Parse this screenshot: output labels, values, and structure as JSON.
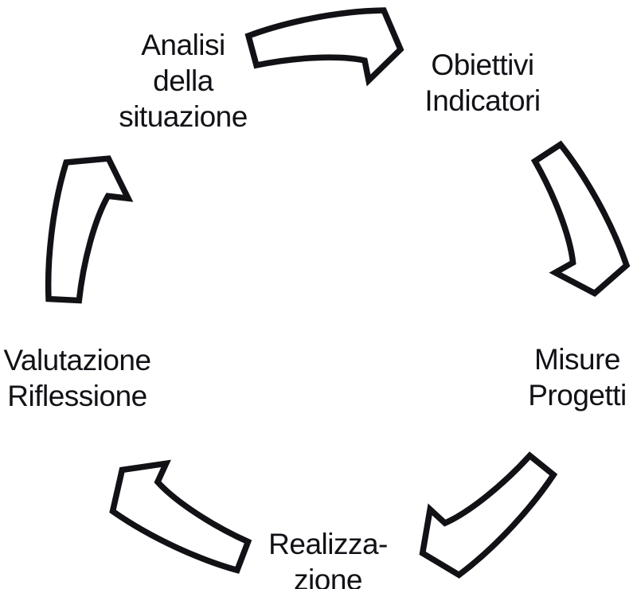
{
  "diagram": {
    "type": "cycle",
    "direction": "clockwise",
    "steps": [
      {
        "id": "analisi",
        "lines": [
          "Analisi",
          "della",
          "situazione"
        ]
      },
      {
        "id": "obiettivi",
        "lines": [
          "Obiettivi",
          "Indicatori"
        ]
      },
      {
        "id": "misure",
        "lines": [
          "Misure",
          "Progetti"
        ]
      },
      {
        "id": "realizzazione",
        "lines": [
          "Realizza-",
          "zione"
        ]
      },
      {
        "id": "valutazione",
        "lines": [
          "Valutazione",
          "Riflessione"
        ]
      }
    ],
    "arrows": [
      {
        "name": "curved-arrow-analisi-to-obiettivi",
        "from": "analisi",
        "to": "obiettivi"
      },
      {
        "name": "curved-arrow-obiettivi-to-misure",
        "from": "obiettivi",
        "to": "misure"
      },
      {
        "name": "curved-arrow-misure-to-realizzazione",
        "from": "misure",
        "to": "realizzazione"
      },
      {
        "name": "curved-arrow-realizzazione-to-valutazione",
        "from": "realizzazione",
        "to": "valutazione"
      },
      {
        "name": "curved-arrow-valutazione-to-analisi",
        "from": "valutazione",
        "to": "analisi"
      }
    ],
    "colors": {
      "ink": "#111116",
      "arrow_fill": "#ffffff",
      "background": "#ffffff"
    }
  }
}
